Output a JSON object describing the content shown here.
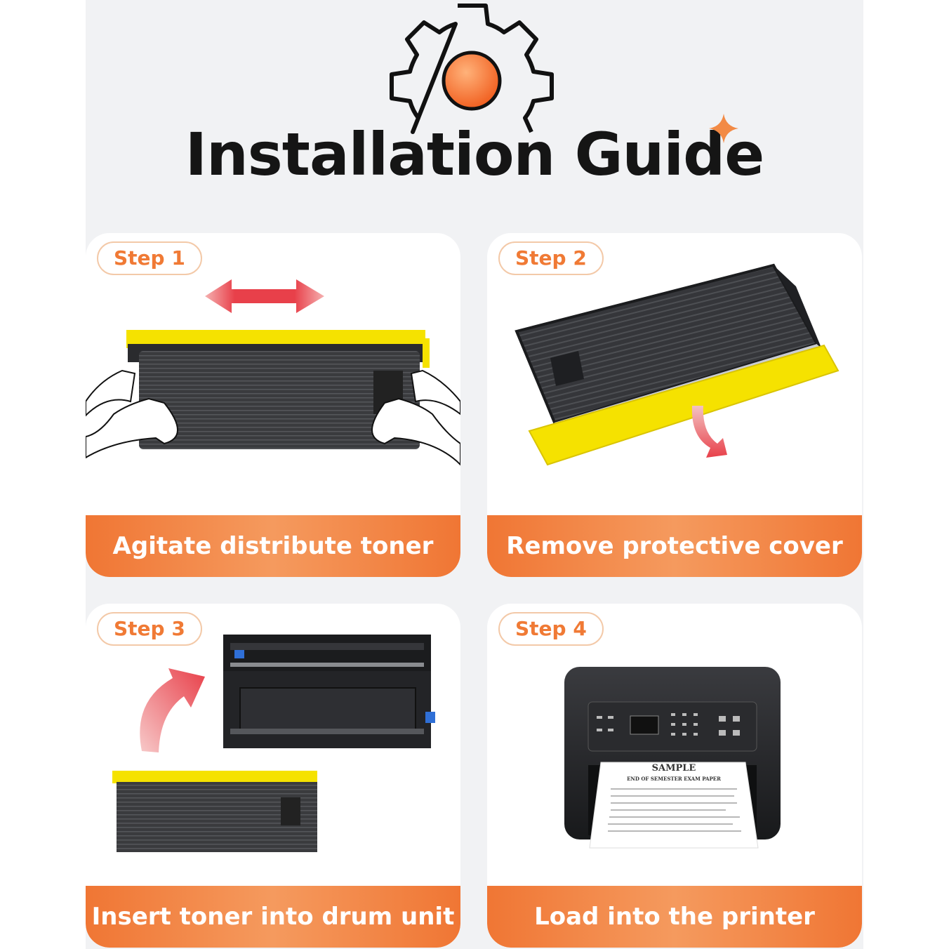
{
  "header": {
    "title": "Installation Guide"
  },
  "colors": {
    "accent": "#f07a35",
    "title": "#151515",
    "background": "#f1f2f4",
    "toner_yellow": "#f5e200"
  },
  "steps": [
    {
      "badge": "Step 1",
      "caption": "Agitate distribute toner",
      "icon": "toner-shake-icon"
    },
    {
      "badge": "Step 2",
      "caption": "Remove protective cover",
      "icon": "toner-cover-icon"
    },
    {
      "badge": "Step 3",
      "caption": "Insert toner into drum unit",
      "icon": "drum-unit-icon"
    },
    {
      "badge": "Step 4",
      "caption": "Load into the printer",
      "icon": "printer-icon"
    }
  ],
  "printout": {
    "heading": "SAMPLE",
    "subheading": "END OF SEMESTER EXAM PAPER"
  }
}
